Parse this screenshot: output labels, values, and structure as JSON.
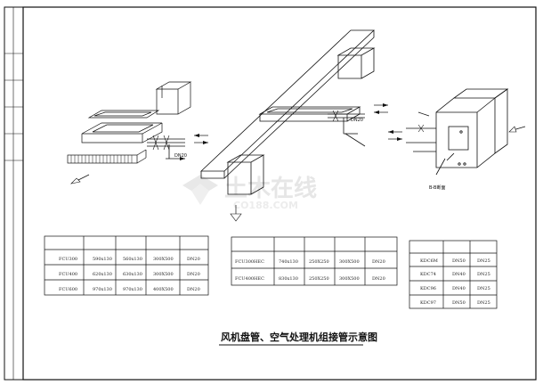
{
  "title": "风机盘管、空气处理机组接管示意图",
  "watermark": {
    "main": "土木在线",
    "sub": "CO188.COM"
  },
  "labels": {
    "dn20_left": "DN20",
    "dn20_mid": "DN20",
    "section_note": "B-B断面"
  },
  "table_left": {
    "rows": [
      [
        "FCU300",
        "590x130",
        "560x130",
        "300X500",
        "DN20"
      ],
      [
        "FCU400",
        "620x130",
        "630x130",
        "300X500",
        "DN20"
      ],
      [
        "FCU600",
        "970x130",
        "970x130",
        "400X500",
        "DN20"
      ]
    ]
  },
  "table_mid": {
    "rows": [
      [
        "FCU300HEC",
        "740x130",
        "250X250",
        "300X500",
        "DN20"
      ],
      [
        "FCU400HEC",
        "830x130",
        "250X250",
        "300X500",
        "DN20"
      ]
    ]
  },
  "table_right": {
    "rows": [
      [
        "KDC6M",
        "DN50",
        "DN25"
      ],
      [
        "KDC74",
        "DN40",
        "DN25"
      ],
      [
        "KDC96",
        "DN40",
        "DN25"
      ],
      [
        "KDC97",
        "DN50",
        "DN25"
      ]
    ]
  },
  "colors": {
    "line": "#111111",
    "watermark": "#e4e4e4",
    "background": "#ffffff"
  }
}
